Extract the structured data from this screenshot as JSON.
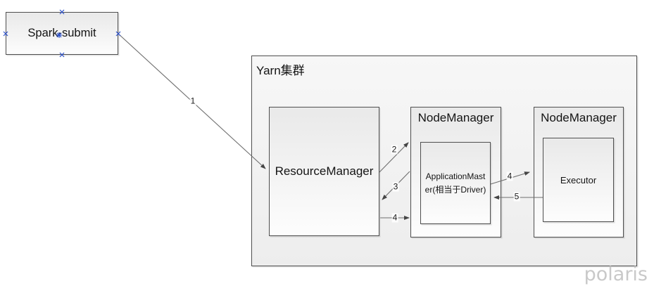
{
  "diagram": {
    "watermark": "polaris",
    "nodes": {
      "spark_submit": {
        "label": "Spark-submit"
      },
      "yarn_cluster": {
        "label": "Yarn集群"
      },
      "resource_manager": {
        "label": "ResourceManager"
      },
      "node_manager_left": {
        "label": "NodeManager"
      },
      "application_master": {
        "lines": [
          "ApplicationMast",
          "er(相当于Driver)"
        ]
      },
      "node_manager_right": {
        "label": "NodeManager"
      },
      "executor": {
        "label": "Executor"
      }
    },
    "edges": [
      {
        "label": "1"
      },
      {
        "label": "2"
      },
      {
        "label": "3"
      },
      {
        "label": "4"
      },
      {
        "label": "4"
      },
      {
        "label": "5"
      }
    ],
    "colors": {
      "shape_border": "#4e4e4e",
      "connector": "#6e6e6e",
      "arrowhead": "#454545",
      "connection_point": "#2b50c8",
      "watermark": "#c9c9c9"
    }
  }
}
